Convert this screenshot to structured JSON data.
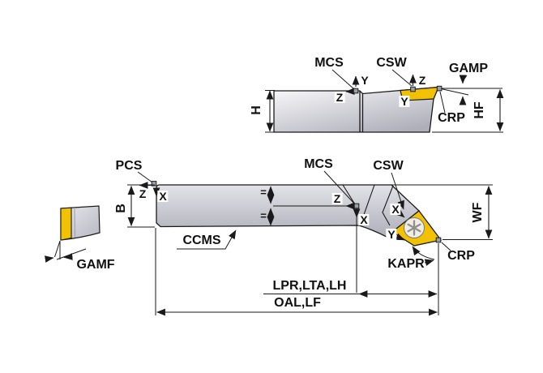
{
  "figure": {
    "type": "engineering-dimension-diagram",
    "subject": "turning tool holder with indexable insert, three views with dimension codes"
  },
  "colors": {
    "insert_yellow": "#f2c101",
    "line_dark": "#1a1a1a",
    "marker_gray": "#99a0a8",
    "body_light": "#fbfbfd",
    "body_dark": "#afafba",
    "screw_face": "#f0ede5"
  },
  "axes": {
    "x": "X",
    "y": "Y",
    "z": "Z"
  },
  "labels": {
    "mcs": "MCS",
    "csw": "CSW",
    "gamp": "GAMP",
    "crp": "CRP",
    "pcs": "PCS",
    "kapr": "KAPR",
    "ccms": "CCMS",
    "gamf": "GAMF",
    "h": "H",
    "hf": "HF",
    "b": "B",
    "wf": "WF",
    "equal": "=",
    "lpr_lta_lh": "LPR,LTA,LH",
    "oal_lf": "OAL,LF"
  }
}
